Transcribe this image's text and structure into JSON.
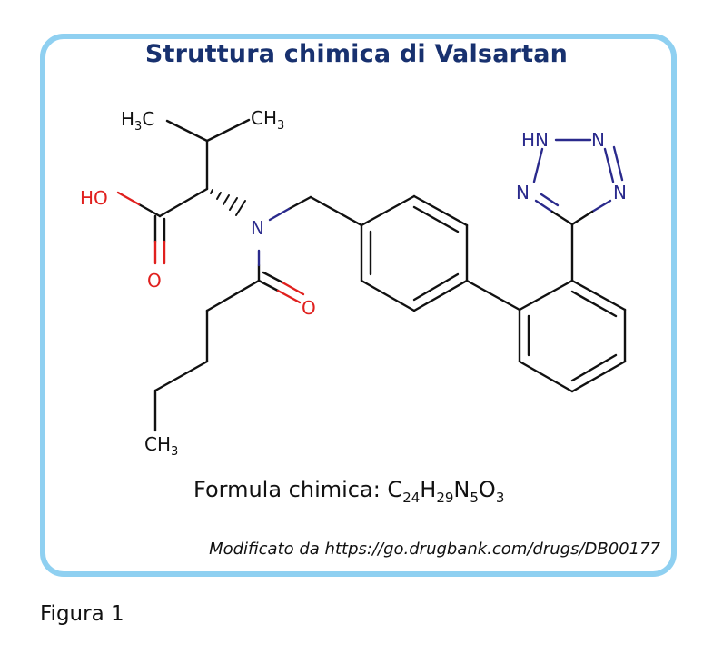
{
  "title": "Struttura chimica di Valsartan",
  "formula": {
    "prefix": "Formula chimica: ",
    "parts": [
      {
        "el": "C",
        "n": "24"
      },
      {
        "el": "H",
        "n": "29"
      },
      {
        "el": "N",
        "n": "5"
      },
      {
        "el": "O",
        "n": "3"
      }
    ]
  },
  "source": "Modificato da https://go.drugbank.com/drugs/DB00177",
  "caption": "Figura 1",
  "atoms": {
    "methyl_left": {
      "main": "H",
      "sub": "3",
      "tail": "C"
    },
    "methyl_right": {
      "main": "CH",
      "sub": "3"
    },
    "hydroxyl": "HO",
    "acid_oxygen": "O",
    "amide_nitrogen": "N",
    "amide_oxygen": "O",
    "terminal_methyl": {
      "main": "CH",
      "sub": "3"
    },
    "tetrazole_nh": "HN",
    "tetrazole_n_top": "N",
    "tetrazole_n_left": "N",
    "tetrazole_n_right": "N"
  },
  "colors": {
    "border": "#8fd0f1",
    "title": "#18316f",
    "carbon": "#111111",
    "oxygen": "#e0201e",
    "nitrogen": "#2a2a8c"
  }
}
